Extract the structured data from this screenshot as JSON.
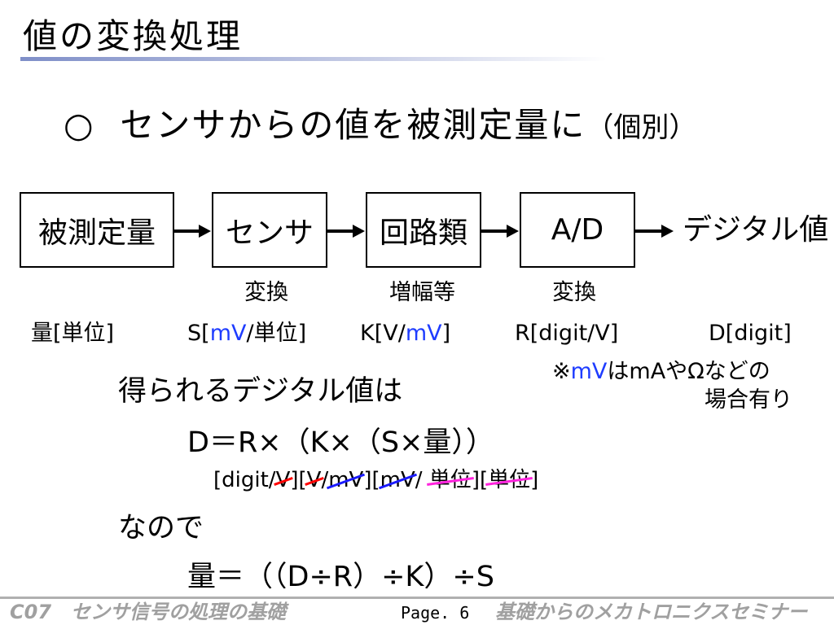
{
  "slide_title": "値の変換処理",
  "heading": {
    "bullet": "○",
    "text": "センサからの値を被測定量に",
    "note": "（個別）"
  },
  "flow": {
    "boxes": [
      "被測定量",
      "センサ",
      "回路類",
      "A/D"
    ],
    "output": "デジタル値",
    "sub_labels": [
      "変換",
      "増幅等",
      "変換"
    ]
  },
  "units": {
    "u1": "量[単位]",
    "u2": {
      "a": "S[",
      "b": "mV",
      "c": "/単位]"
    },
    "u3": {
      "a": "K[V/",
      "b": "mV",
      "c": "]"
    },
    "u4": "R[digit/V]",
    "u5": "D[digit]"
  },
  "note": {
    "mark": "※",
    "mv": "mV",
    "rest": "はmAやΩなどの",
    "line2": "場合有り"
  },
  "body": {
    "line1": "得られるデジタル値は",
    "formula1": "D＝R×（K×（S×量））",
    "unit_parts": [
      "[digit/",
      "V",
      "][",
      "V",
      "/",
      "mV",
      "][",
      "mV",
      "/ ",
      "単位",
      "][",
      "単位",
      "]"
    ],
    "line2": "なので",
    "formula2": "量＝（（D÷R）÷K）÷S"
  },
  "footer": {
    "left": "C07　センサ信号の処理の基礎",
    "page": "Page. 6",
    "right": "基礎からのメカトロニクスセミナー"
  }
}
